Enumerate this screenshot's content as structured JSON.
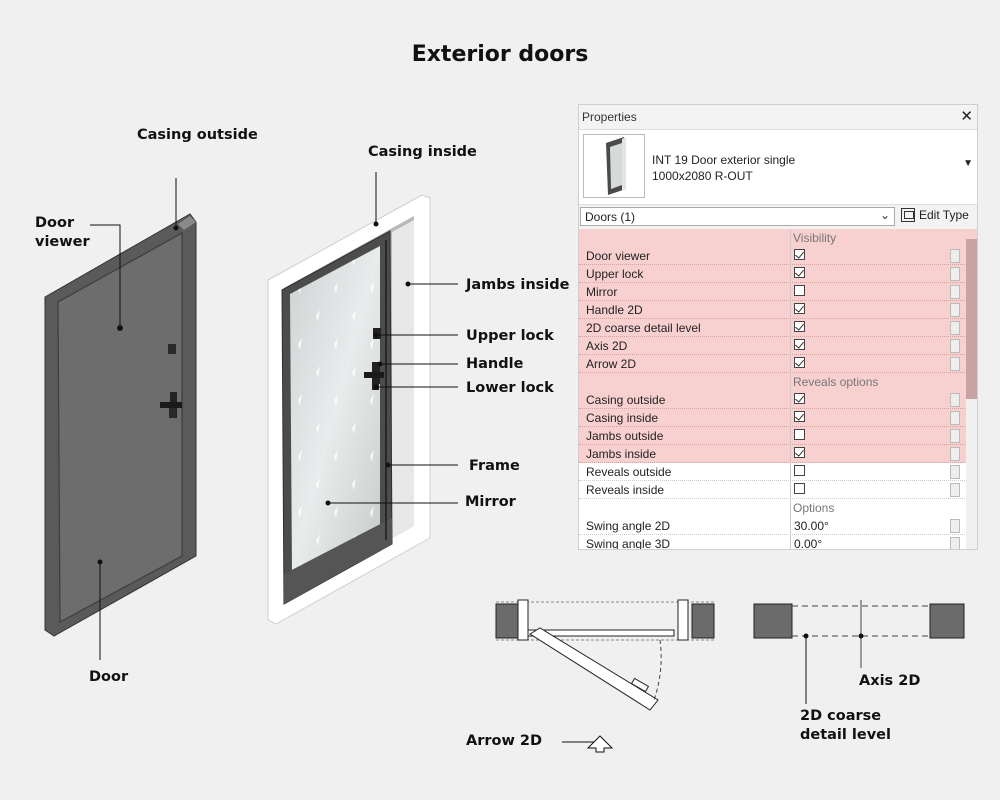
{
  "title": "Exterior doors",
  "labels": {
    "casing_outside": "Casing outside",
    "door_viewer": "Door\nviewer",
    "door": "Door",
    "casing_inside": "Casing inside",
    "jambs_inside": "Jambs inside",
    "upper_lock": "Upper lock",
    "handle": "Handle",
    "lower_lock": "Lower lock",
    "frame": "Frame",
    "mirror": "Mirror",
    "arrow_2d": "Arrow 2D",
    "axis_2d": "Axis 2D",
    "coarse": "2D coarse\ndetail level"
  },
  "properties": {
    "header": "Properties",
    "type_line1": "INT 19 Door exterior single",
    "type_line2": "1000x2080 R-OUT",
    "selector": "Doors (1)",
    "edit_type": "Edit Type",
    "sections": [
      {
        "group": "Visibility",
        "hl": true,
        "rows": [
          {
            "name": "Door viewer",
            "checked": true,
            "hl": true
          },
          {
            "name": "Upper lock",
            "checked": true,
            "hl": true
          },
          {
            "name": "Mirror",
            "checked": false,
            "hl": true
          },
          {
            "name": "Handle 2D",
            "checked": true,
            "hl": true
          },
          {
            "name": "2D coarse detail level",
            "checked": true,
            "hl": true
          },
          {
            "name": "Axis 2D",
            "checked": true,
            "hl": true
          },
          {
            "name": "Arrow 2D",
            "checked": true,
            "hl": true
          }
        ]
      },
      {
        "group": "Reveals options",
        "hl": true,
        "rows": [
          {
            "name": "Casing outside",
            "checked": true,
            "hl": true
          },
          {
            "name": "Casing inside",
            "checked": true,
            "hl": true
          },
          {
            "name": "Jambs outside",
            "checked": false,
            "hl": true
          },
          {
            "name": "Jambs inside",
            "checked": true,
            "hl": true
          },
          {
            "name": "Reveals outside",
            "checked": false,
            "hl": false
          },
          {
            "name": "Reveals inside",
            "checked": false,
            "hl": false
          }
        ]
      },
      {
        "group": "Options",
        "hl": false,
        "rows": [
          {
            "name": "Swing angle 2D",
            "value": "30.00°",
            "hl": false
          },
          {
            "name": "Swing angle 3D",
            "value": "0.00°",
            "hl": false
          }
        ]
      }
    ]
  }
}
